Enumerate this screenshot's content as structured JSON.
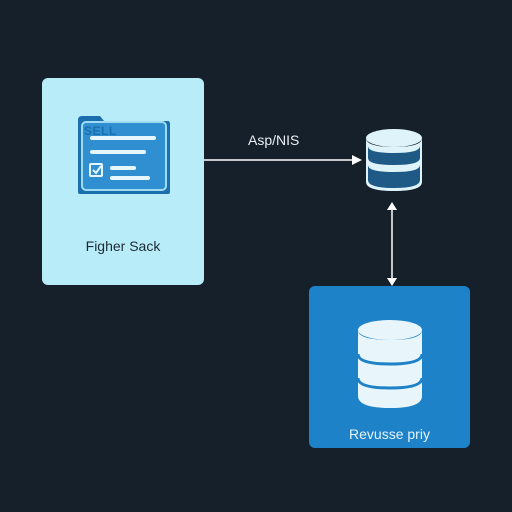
{
  "diagram": {
    "nodes": [
      {
        "id": "frontend",
        "label": "Figher Sack",
        "icon": "document-checklist-icon"
      },
      {
        "id": "database",
        "label": "",
        "icon": "database-icon"
      },
      {
        "id": "proxy",
        "label": "Revusse priy",
        "icon": "database-icon"
      }
    ],
    "edges": [
      {
        "from": "frontend",
        "to": "database",
        "label": "Asp/NIS",
        "direction": "forward"
      },
      {
        "from": "database",
        "to": "proxy",
        "label": "",
        "direction": "bidirectional"
      }
    ],
    "document_icon_title": "SELL"
  },
  "colors": {
    "background": "#15202b",
    "light_box": "#b8ecf8",
    "dark_box": "#1e82c8",
    "icon_blue": "#2a86c9",
    "db_dark": "#1f5a86",
    "db_light": "#dff3fb",
    "arrow": "#ffffff"
  }
}
